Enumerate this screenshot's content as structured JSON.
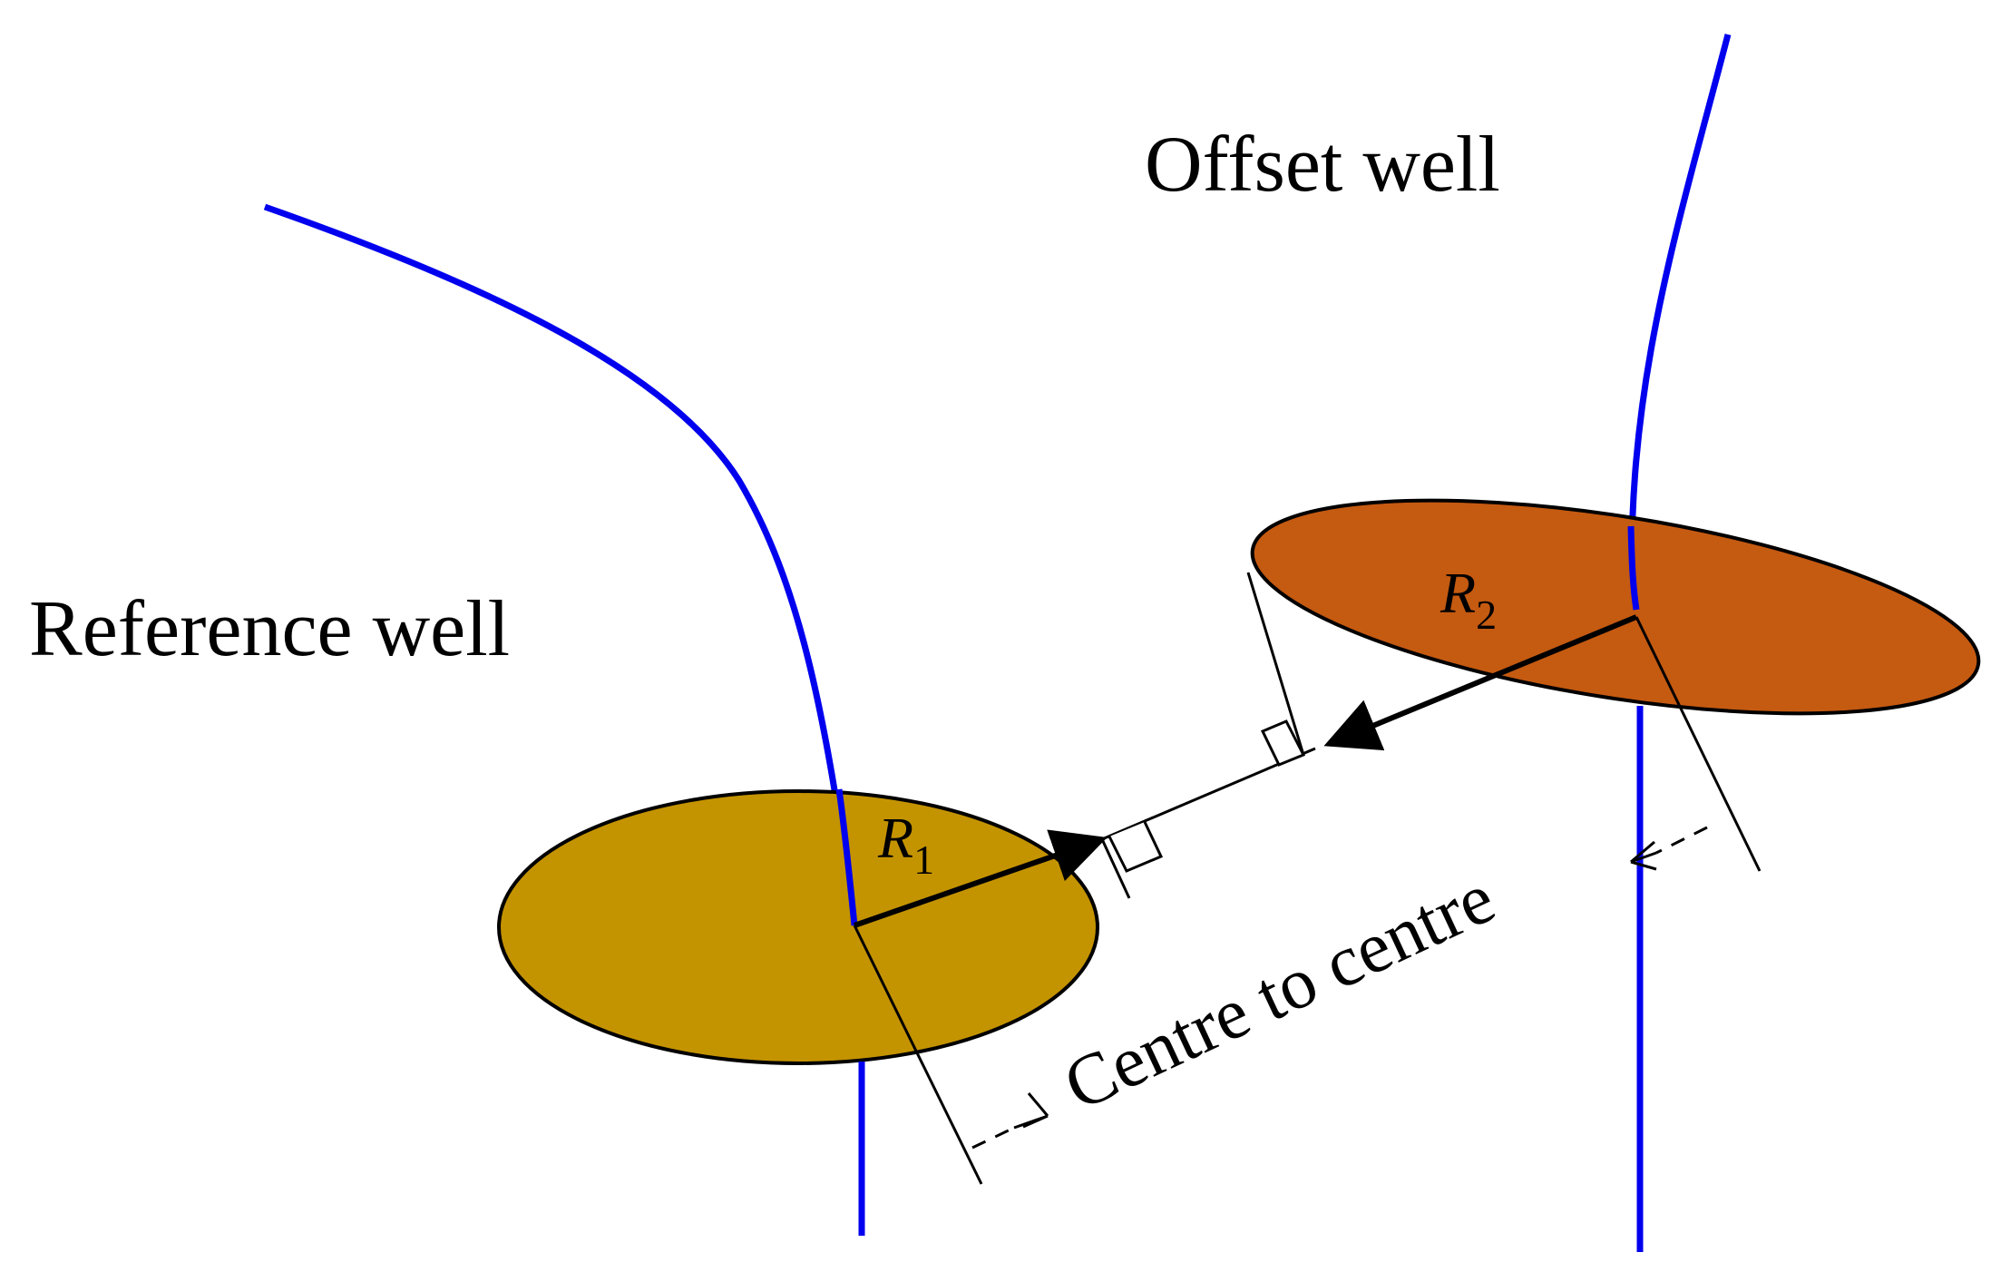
{
  "labels": {
    "offset_well": "Offset well",
    "reference_well": "Reference well",
    "r1_base": "R",
    "r1_sub": "1",
    "r2_base": "R",
    "r2_sub": "2",
    "centre_to_centre": "Centre to centre"
  },
  "colors": {
    "well_trajectory": "#0000ee",
    "reference_ellipse": "#c49300",
    "offset_ellipse": "#c55a11",
    "lines": "#000000",
    "background": "#ffffff"
  }
}
